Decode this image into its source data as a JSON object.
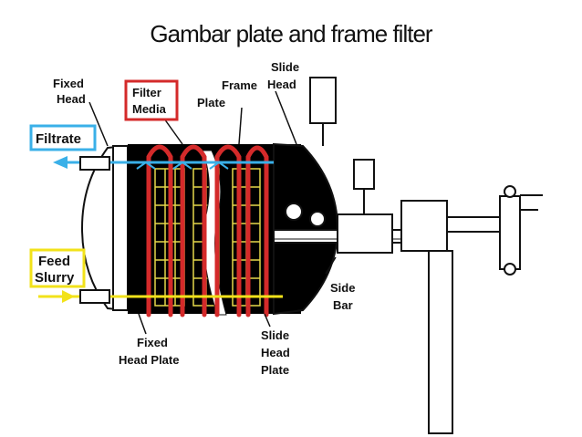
{
  "title": "Gambar plate and frame filter",
  "labels": {
    "fixed_head": [
      "Fixed",
      "Head"
    ],
    "filter_media": [
      "Filter",
      "Media"
    ],
    "frame_plate": [
      "Frame",
      "Plate"
    ],
    "slide_head": [
      "Slide",
      "Head"
    ],
    "filtrate": "Filtrate",
    "feed_slurry": [
      "Feed",
      "Slurry"
    ],
    "side_bar": [
      "Side",
      "Bar"
    ],
    "fixed_head_plate": [
      "Fixed",
      "Head Plate"
    ],
    "slide_head_plate": [
      "Slide",
      "Head",
      "Plate"
    ]
  },
  "colors": {
    "filter_media_accent": "#d42a2a",
    "filtrate_accent": "#3ab0e8",
    "feed_accent": "#f2e21a",
    "frame_body": "#000000",
    "mesh": "#e6d84a"
  }
}
